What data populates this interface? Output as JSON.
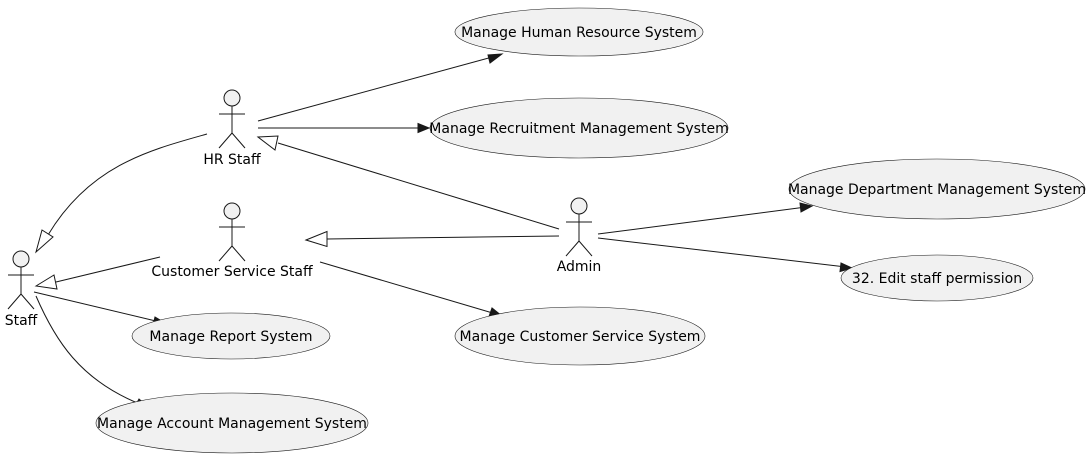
{
  "actors": {
    "staff": "Staff",
    "hr_staff": "HR Staff",
    "customer_service_staff": "Customer Service Staff",
    "admin": "Admin"
  },
  "use_cases": {
    "manage_human_resource": "Manage Human Resource System",
    "manage_recruitment": "Manage Recruitment Management System",
    "manage_department": "Manage Department Management System",
    "edit_staff_permission": "32. Edit staff permission",
    "manage_report": "Manage Report System",
    "manage_customer_service": "Manage Customer Service System",
    "manage_account": "Manage Account Management System"
  },
  "colors": {
    "actor_fill": "#f1f1f1",
    "usecase_fill": "#f1f1f1",
    "stroke": "#181818",
    "background": "#ffffff"
  }
}
